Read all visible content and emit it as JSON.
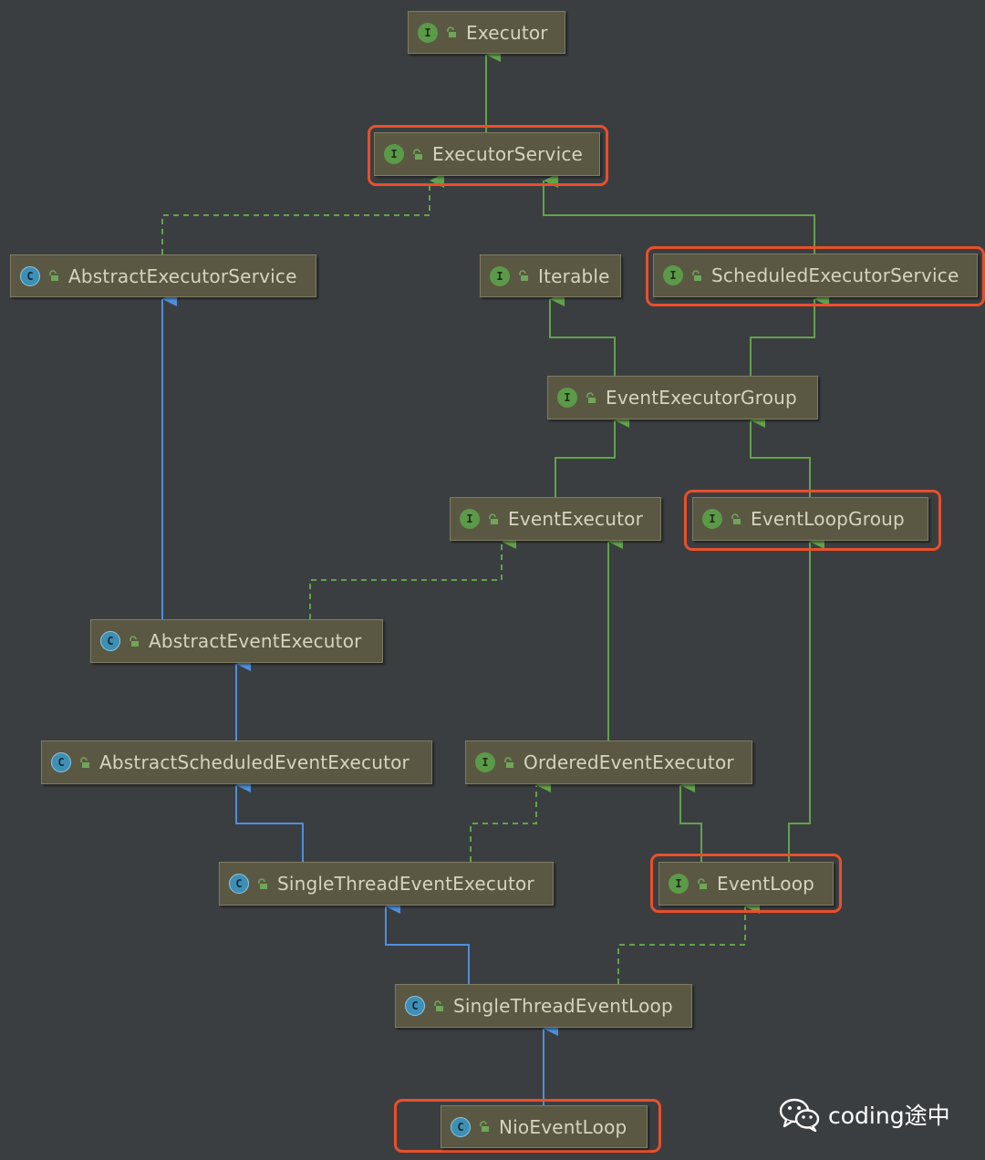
{
  "diagram": {
    "colors": {
      "background": "#3b3e41",
      "interface_arrow": "#62a24a",
      "class_arrow": "#4f8fdb",
      "highlight": "#e8502b",
      "interface_badge": "#5b9a48",
      "class_badge": "#3f8fb5"
    },
    "nodes": [
      {
        "id": "executor",
        "label": "Executor",
        "kind": "interface",
        "badge": "I"
      },
      {
        "id": "executor-service",
        "label": "ExecutorService",
        "kind": "interface",
        "badge": "I",
        "highlighted": true
      },
      {
        "id": "abstract-executor-service",
        "label": "AbstractExecutorService",
        "kind": "class",
        "badge": "C"
      },
      {
        "id": "iterable",
        "label": "Iterable",
        "kind": "interface",
        "badge": "I"
      },
      {
        "id": "scheduled-executor-service",
        "label": "ScheduledExecutorService",
        "kind": "interface",
        "badge": "I",
        "highlighted": true
      },
      {
        "id": "event-executor-group",
        "label": "EventExecutorGroup",
        "kind": "interface",
        "badge": "I"
      },
      {
        "id": "event-executor",
        "label": "EventExecutor",
        "kind": "interface",
        "badge": "I"
      },
      {
        "id": "event-loop-group",
        "label": "EventLoopGroup",
        "kind": "interface",
        "badge": "I",
        "highlighted": true
      },
      {
        "id": "abstract-event-executor",
        "label": "AbstractEventExecutor",
        "kind": "class",
        "badge": "C"
      },
      {
        "id": "abstract-scheduled-event-executor",
        "label": "AbstractScheduledEventExecutor",
        "kind": "class",
        "badge": "C"
      },
      {
        "id": "ordered-event-executor",
        "label": "OrderedEventExecutor",
        "kind": "interface",
        "badge": "I"
      },
      {
        "id": "single-thread-event-executor",
        "label": "SingleThreadEventExecutor",
        "kind": "class",
        "badge": "C"
      },
      {
        "id": "event-loop",
        "label": "EventLoop",
        "kind": "interface",
        "badge": "I",
        "highlighted": true
      },
      {
        "id": "single-thread-event-loop",
        "label": "SingleThreadEventLoop",
        "kind": "class",
        "badge": "C"
      },
      {
        "id": "nio-event-loop",
        "label": "NioEventLoop",
        "kind": "class",
        "badge": "C",
        "highlighted": true
      }
    ],
    "edges": [
      {
        "from": "executor-service",
        "to": "executor",
        "type": "extends-interface"
      },
      {
        "from": "abstract-executor-service",
        "to": "executor-service",
        "type": "implements"
      },
      {
        "from": "scheduled-executor-service",
        "to": "executor-service",
        "type": "extends-interface"
      },
      {
        "from": "event-executor-group",
        "to": "iterable",
        "type": "extends-interface"
      },
      {
        "from": "event-executor-group",
        "to": "scheduled-executor-service",
        "type": "extends-interface"
      },
      {
        "from": "event-executor",
        "to": "event-executor-group",
        "type": "extends-interface"
      },
      {
        "from": "event-loop-group",
        "to": "event-executor-group",
        "type": "extends-interface"
      },
      {
        "from": "abstract-event-executor",
        "to": "abstract-executor-service",
        "type": "extends-class"
      },
      {
        "from": "abstract-event-executor",
        "to": "event-executor",
        "type": "implements"
      },
      {
        "from": "ordered-event-executor",
        "to": "event-executor",
        "type": "extends-interface"
      },
      {
        "from": "abstract-scheduled-event-executor",
        "to": "abstract-event-executor",
        "type": "extends-class"
      },
      {
        "from": "single-thread-event-executor",
        "to": "abstract-scheduled-event-executor",
        "type": "extends-class"
      },
      {
        "from": "single-thread-event-executor",
        "to": "ordered-event-executor",
        "type": "implements"
      },
      {
        "from": "event-loop",
        "to": "ordered-event-executor",
        "type": "extends-interface"
      },
      {
        "from": "event-loop",
        "to": "event-loop-group",
        "type": "extends-interface"
      },
      {
        "from": "single-thread-event-loop",
        "to": "single-thread-event-executor",
        "type": "extends-class"
      },
      {
        "from": "single-thread-event-loop",
        "to": "event-loop",
        "type": "implements"
      },
      {
        "from": "nio-event-loop",
        "to": "single-thread-event-loop",
        "type": "extends-class"
      }
    ]
  },
  "watermark": {
    "icon": "wechat-icon",
    "text": "coding途中"
  }
}
